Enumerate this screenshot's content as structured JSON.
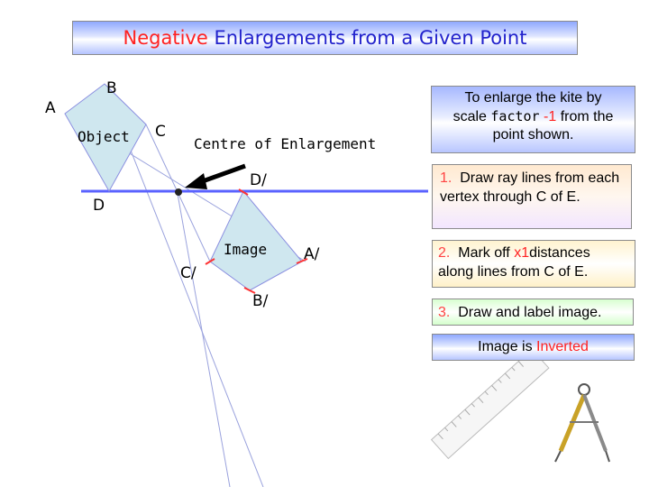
{
  "title": {
    "part1": "Negative",
    "part2": " Enlargements from a Given Point"
  },
  "labels": {
    "A": "A",
    "B": "B",
    "C": "C",
    "D": "D",
    "object": "Object",
    "centre": "Centre of Enlargement",
    "image": "Image",
    "A_prime": "A/",
    "B_prime": "B/",
    "C_prime": "C/",
    "D_prime": "D/"
  },
  "intro": {
    "line1": "To enlarge the kite by",
    "line2a": "scale ",
    "line2b": "factor",
    "line2c": " -1",
    "line2d": " from the",
    "line3": "point shown."
  },
  "steps": {
    "s1_num": "1.",
    "s1_text": "  Draw ray lines from each vertex through C of E.",
    "s2_num": "2.",
    "s2_text_a": "  Mark off ",
    "s2_text_b": "x1",
    "s2_text_c": "distances along lines from C of E.",
    "s3_num": "3.",
    "s3_text": "  Draw and label image."
  },
  "result": {
    "text_a": "Image is ",
    "text_b": "Inverted"
  },
  "colors": {
    "kite_fill": "#cfe7ef",
    "line_blue": "#5a62ff",
    "mark_red": "#ff3333",
    "title_blue": "#2222cc",
    "accent_red": "#ff2222"
  },
  "icons": [
    "ruler-icon",
    "compass-icon",
    "arrow-icon"
  ]
}
